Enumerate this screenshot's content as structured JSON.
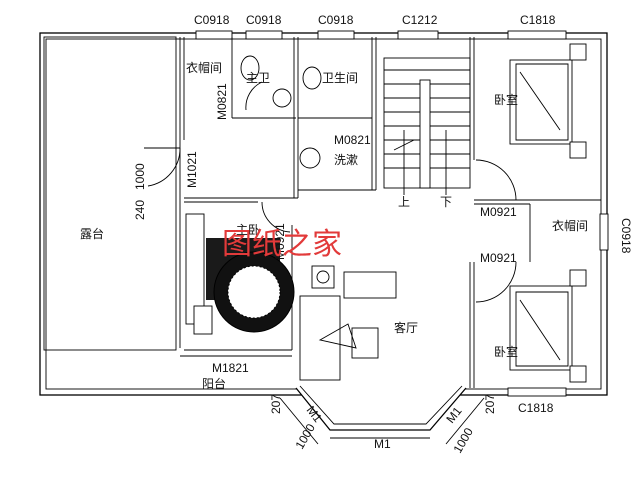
{
  "plan": {
    "window_codes": {
      "c0918_a": "C0918",
      "c0918_b": "C0918",
      "c0918_c": "C0918",
      "c1212": "C1212",
      "c1818_top": "C1818",
      "c0918_right": "C0918",
      "c1818_bottom": "C1818"
    },
    "door_codes": {
      "m0821_a": "M0821",
      "m0821_b": "M0821",
      "m1021": "M1021",
      "m0921_a": "M0921",
      "m0921_b": "M0921",
      "m0921_c": "M0921",
      "m1821": "M1821",
      "m1_left": "M1",
      "m1_bottom": "M1",
      "m1_right": "M1"
    },
    "rooms": {
      "terrace": "露台",
      "closet_left": "衣帽间",
      "master_bath": "主卫",
      "bathroom": "卫生间",
      "washroom": "洗漱",
      "bedroom_top": "卧室",
      "closet_right": "衣帽间",
      "master_bedroom": "主卧",
      "living_room": "客厅",
      "bedroom_bottom": "卧室",
      "balcony": "阳台"
    },
    "stairs": {
      "up": "上",
      "down": "下"
    },
    "dimensions": {
      "d1000_left": "1000",
      "d240": "240",
      "d207_left": "207",
      "d1000_bottom_left": "1000",
      "d207_right": "207",
      "d1000_bottom_right": "1000"
    },
    "watermark": "图纸之家"
  }
}
